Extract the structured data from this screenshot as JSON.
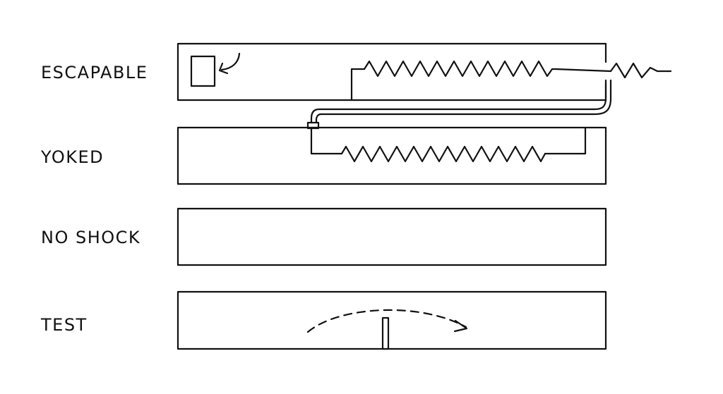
{
  "colors": {
    "ink": "#111111",
    "background": "#ffffff"
  },
  "rows": [
    {
      "id": "escapable",
      "label": "ESCAPABLE"
    },
    {
      "id": "yoked",
      "label": "YOKED"
    },
    {
      "id": "no-shock",
      "label": "NO SHOCK"
    },
    {
      "id": "test",
      "label": "TEST"
    }
  ]
}
